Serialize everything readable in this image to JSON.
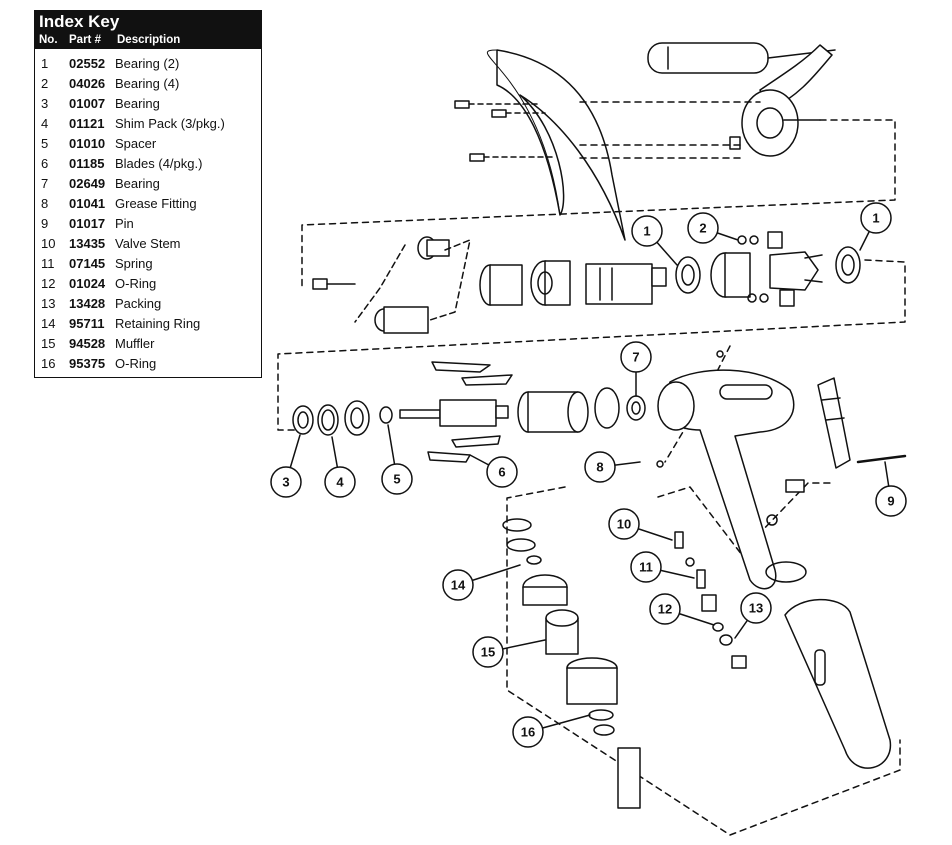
{
  "index_key": {
    "title": "Index Key",
    "col_no": "No.",
    "col_part": "Part #",
    "col_desc": "Description",
    "rows": [
      {
        "no": "1",
        "part": "02552",
        "desc": "Bearing (2)"
      },
      {
        "no": "2",
        "part": "04026",
        "desc": "Bearing (4)"
      },
      {
        "no": "3",
        "part": "01007",
        "desc": "Bearing"
      },
      {
        "no": "4",
        "part": "01121",
        "desc": "Shim Pack (3/pkg.)"
      },
      {
        "no": "5",
        "part": "01010",
        "desc": "Spacer"
      },
      {
        "no": "6",
        "part": "01185",
        "desc": "Blades (4/pkg.)"
      },
      {
        "no": "7",
        "part": "02649",
        "desc": "Bearing"
      },
      {
        "no": "8",
        "part": "01041",
        "desc": "Grease Fitting"
      },
      {
        "no": "9",
        "part": "01017",
        "desc": "Pin"
      },
      {
        "no": "10",
        "part": "13435",
        "desc": "Valve Stem"
      },
      {
        "no": "11",
        "part": "07145",
        "desc": "Spring"
      },
      {
        "no": "12",
        "part": "01024",
        "desc": "O-Ring"
      },
      {
        "no": "13",
        "part": "13428",
        "desc": "Packing"
      },
      {
        "no": "14",
        "part": "95711",
        "desc": "Retaining Ring"
      },
      {
        "no": "15",
        "part": "94528",
        "desc": "Muffler"
      },
      {
        "no": "16",
        "part": "95375",
        "desc": "O-Ring"
      }
    ]
  },
  "callouts": [
    "1",
    "2",
    "1",
    "3",
    "4",
    "5",
    "6",
    "7",
    "8",
    "9",
    "10",
    "11",
    "12",
    "13",
    "14",
    "15",
    "16"
  ]
}
